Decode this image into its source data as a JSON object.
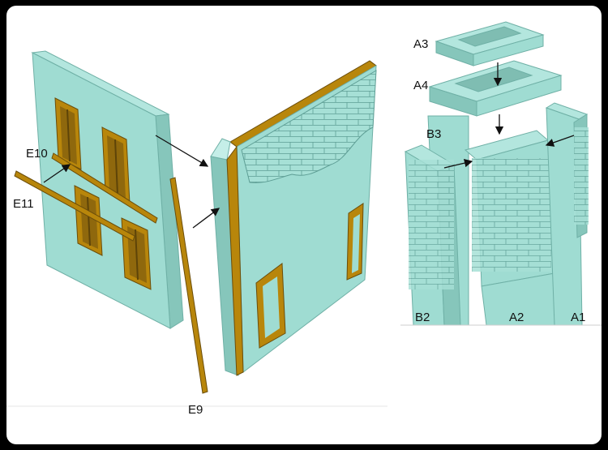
{
  "labels": {
    "a3": "A3",
    "a4": "A4",
    "b3": "B3",
    "b2": "B2",
    "a2": "A2",
    "a1": "A1",
    "e10": "E10",
    "e11": "E11",
    "e9": "E9"
  },
  "colors": {
    "background": "#000000",
    "panel": "#ffffff",
    "wall_face": "#9fdcd2",
    "wall_side": "#86c6bb",
    "wall_edge": "#6fb0a6",
    "wood": "#b8860b",
    "wood_dark": "#7a5a10"
  }
}
